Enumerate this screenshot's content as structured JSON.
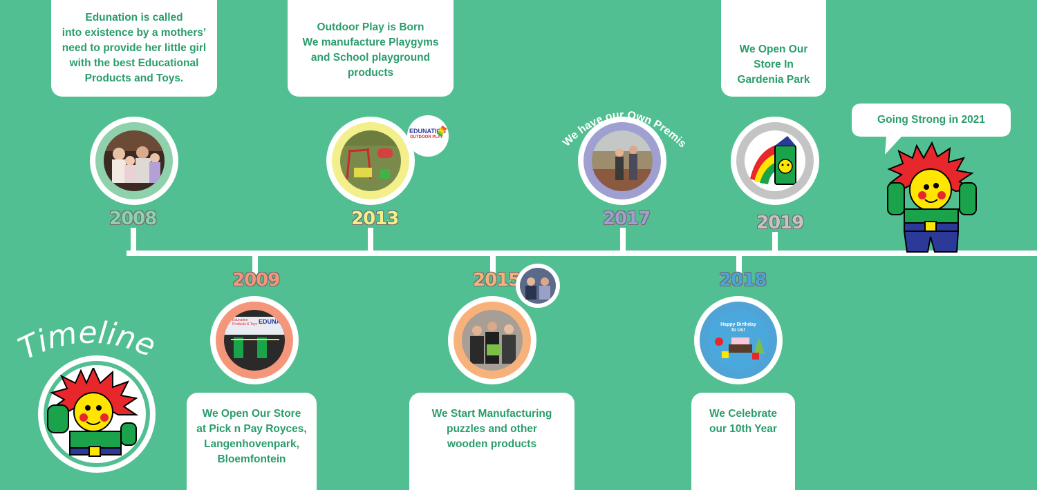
{
  "title": "Timeline",
  "arc_caption": "We have our Own Premises",
  "events": [
    {
      "year": "2008",
      "text": "Edunation is called\ninto existence by a mothers’\nneed to provide her little girl\nwith the best Educational\nProducts and Toys.",
      "color": "#8fd1ad"
    },
    {
      "year": "2009",
      "text": "We Open Our Store\nat Pick n Pay Royces,\nLangenhovenpark,\nBloemfontein",
      "color": "#f4967a",
      "photo_sign": "EDUNATION",
      "photo_sign_small": "Edunation\nProducts & Toys"
    },
    {
      "year": "2013",
      "text": "Outdoor Play is Born\nWe manufacture Playgyms\nand School playground\nproducts",
      "color": "#f3ef8a",
      "badge_logo": "EDUNATION",
      "badge_logo_sub": "OUTDOOR PLAY"
    },
    {
      "year": "2015",
      "text": "We Start Manufacturing\npuzzles and other\nwooden products",
      "color": "#f7b27c"
    },
    {
      "year": "2017",
      "text": "",
      "color": "#a09fd2"
    },
    {
      "year": "2018",
      "text": "We Celebrate\nour 10th Year",
      "color": "#4fa3d6",
      "card_text": "Happy Birthday\nto Us!"
    },
    {
      "year": "2019",
      "text": "We Open Our\nStore In\nGardenia Park",
      "color": "#c4c4c4"
    }
  ],
  "speech": "Going Strong in 2021",
  "colors": {
    "background": "#52bf93",
    "text_green": "#2a9d6b",
    "mascot_red": "#e8272c",
    "mascot_yellow": "#ffe600",
    "mascot_green": "#1aa34a",
    "mascot_blue": "#2b3a99"
  }
}
